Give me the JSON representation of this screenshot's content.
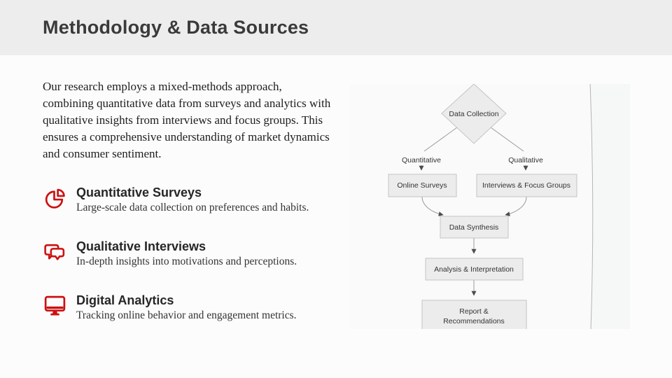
{
  "header": {
    "title": "Methodology & Data Sources"
  },
  "intro": "Our research employs a mixed-methods approach, combining quantitative data from surveys and analytics with qualitative insights from interviews and focus groups. This ensures a comprehensive understanding of market dynamics and consumer sentiment.",
  "features": [
    {
      "icon": "pie-chart-icon",
      "title": "Quantitative Surveys",
      "description": "Large-scale data collection on preferences and habits."
    },
    {
      "icon": "chat-bubbles-icon",
      "title": "Qualitative Interviews",
      "description": "In-depth insights into motivations and perceptions."
    },
    {
      "icon": "monitor-icon",
      "title": "Digital Analytics",
      "description": "Tracking online behavior and engagement metrics."
    }
  ],
  "flowchart": {
    "nodes": {
      "data_collection": "Data Collection",
      "online_surveys": "Online Surveys",
      "interviews": "Interviews & Focus Groups",
      "synthesis": "Data Synthesis",
      "analysis": "Analysis & Interpretation",
      "report_line1": "Report &",
      "report_line2": "Recommendations"
    },
    "edge_labels": {
      "quantitative": "Quantitative",
      "qualitative": "Qualitative"
    }
  },
  "colors": {
    "accent_red": "#cc1111",
    "header_bg": "#ededed",
    "panel_bg": "#fafafa",
    "node_fill": "#ececec",
    "node_border": "#c4c4c4"
  }
}
